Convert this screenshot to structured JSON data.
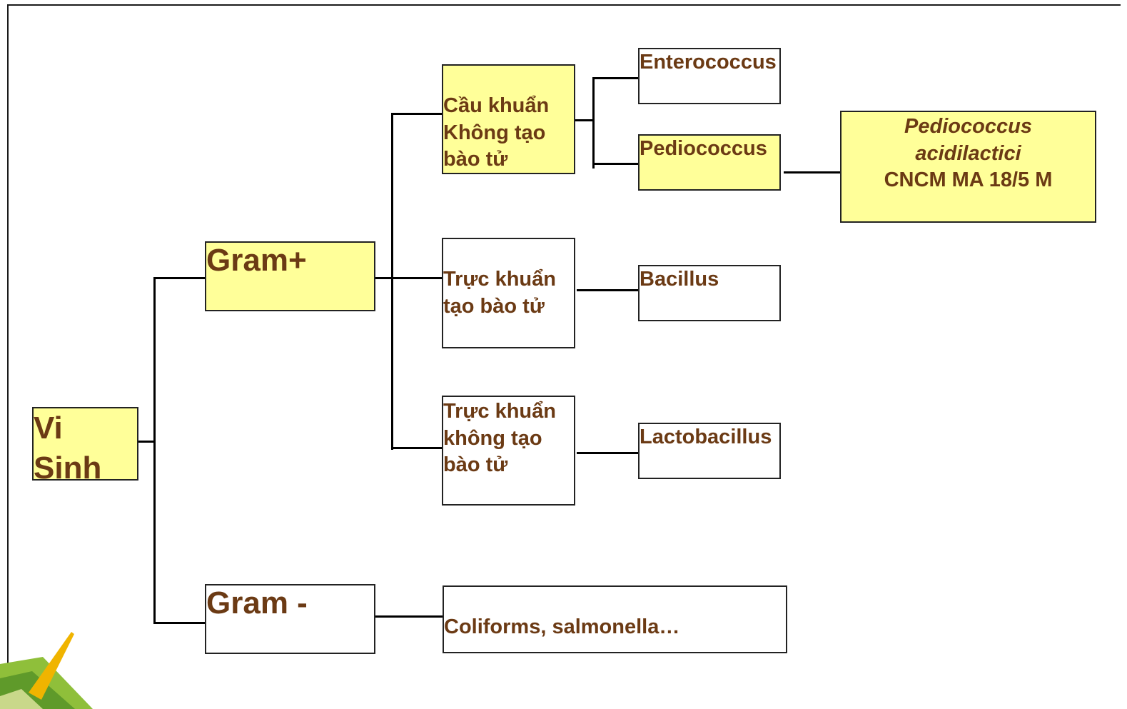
{
  "diagram": {
    "root": "Vi Sinh",
    "gram_pos": "Gram+",
    "gram_neg": "Gram -",
    "cau_khuan": "Cầu khuẩn Không tạo bào tử",
    "truc_khuan_tao": "Trực khuẩn tạo bào tử",
    "truc_khuan_khong": "Trực khuẩn không tạo bào tử",
    "enterococcus": "Enterococcus",
    "pediococcus": "Pediococcus",
    "bacillus": "Bacillus",
    "lactobacillus": "Lactobacillus",
    "coliforms": "Coliforms, salmonella…",
    "strain_genus": "Pediococcus",
    "strain_species": "acidilactici",
    "strain_code": "CNCM MA 18/5 M"
  },
  "colors": {
    "highlight_fill": "#ffff99",
    "text": "#6b3a14",
    "border": "#222222"
  }
}
